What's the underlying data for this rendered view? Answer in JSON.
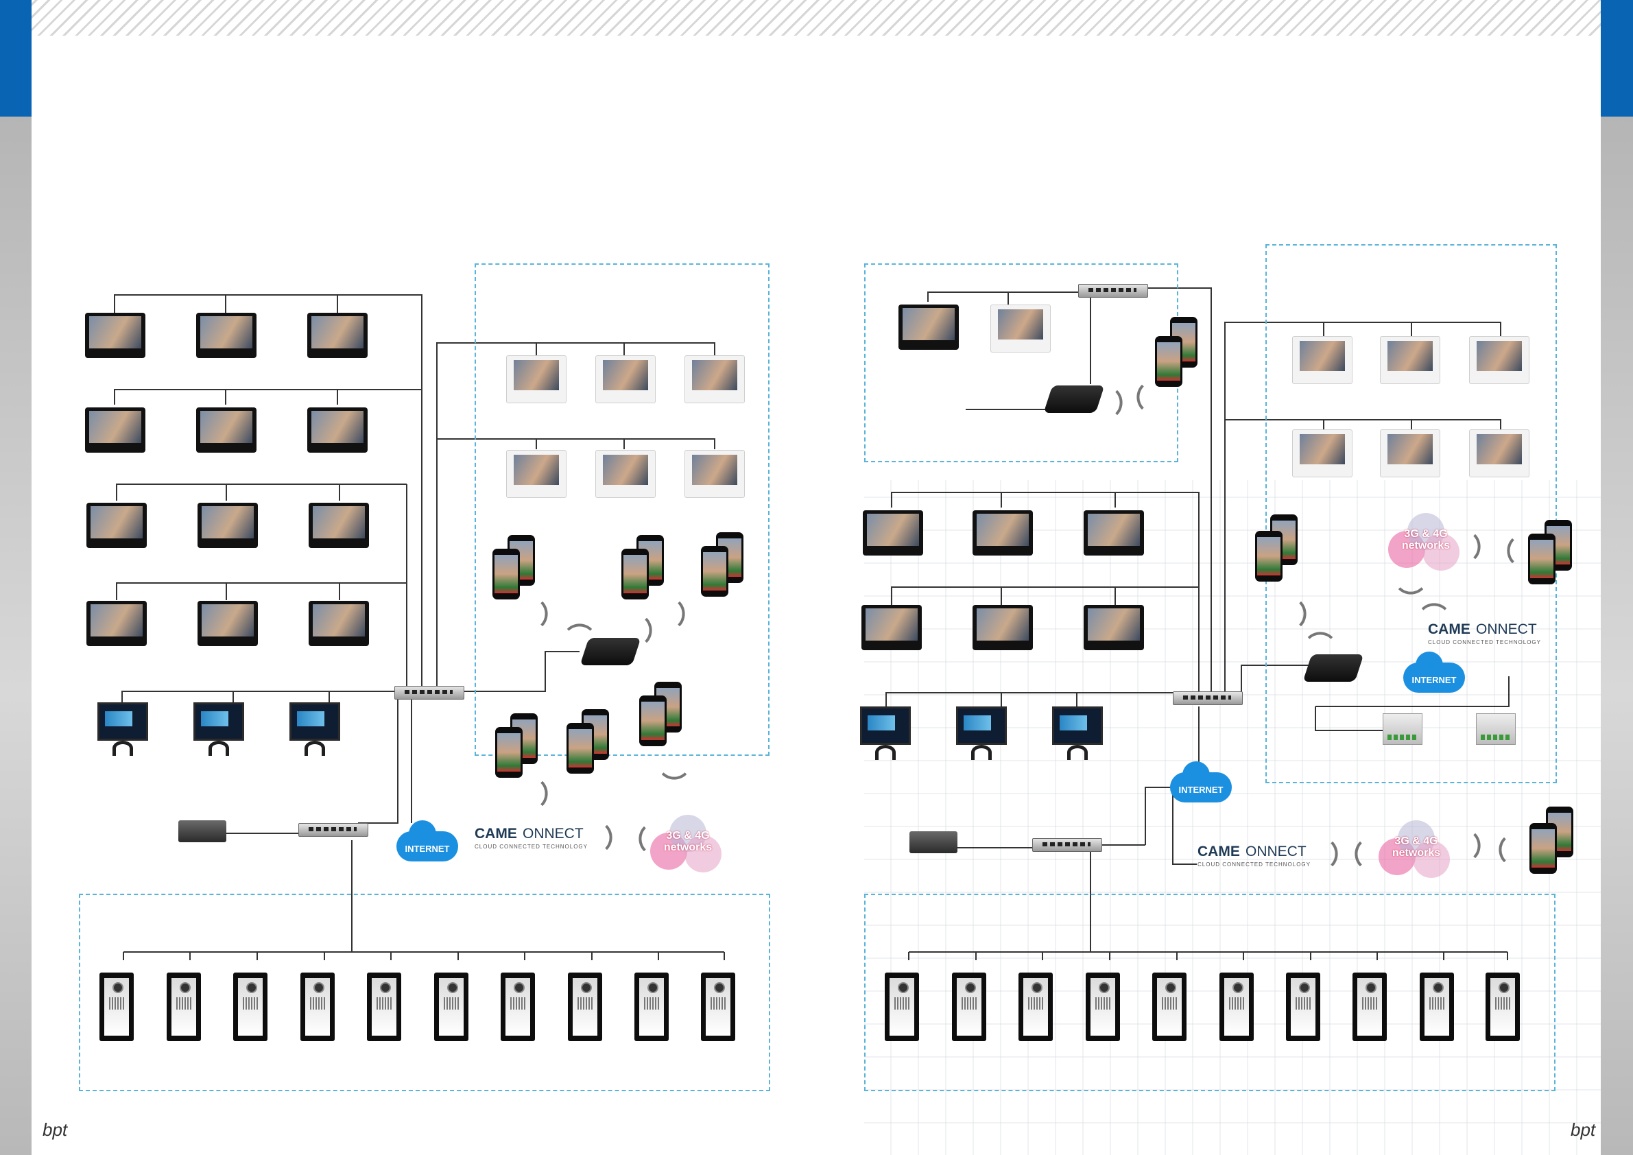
{
  "labels": {
    "internet": "INTERNET",
    "networks_3g_4g": "3G & 4G networks",
    "came_bold": "CAME",
    "came_connect": "ONNECT",
    "came_tagline": "CLOUD CONNECTED TECHNOLOGY",
    "brand_logo": "bpt"
  },
  "colors": {
    "brand_blue": "#0a64b4",
    "zone_dash": "#5ab4d8",
    "internet_cloud": "#1b8fe0"
  }
}
